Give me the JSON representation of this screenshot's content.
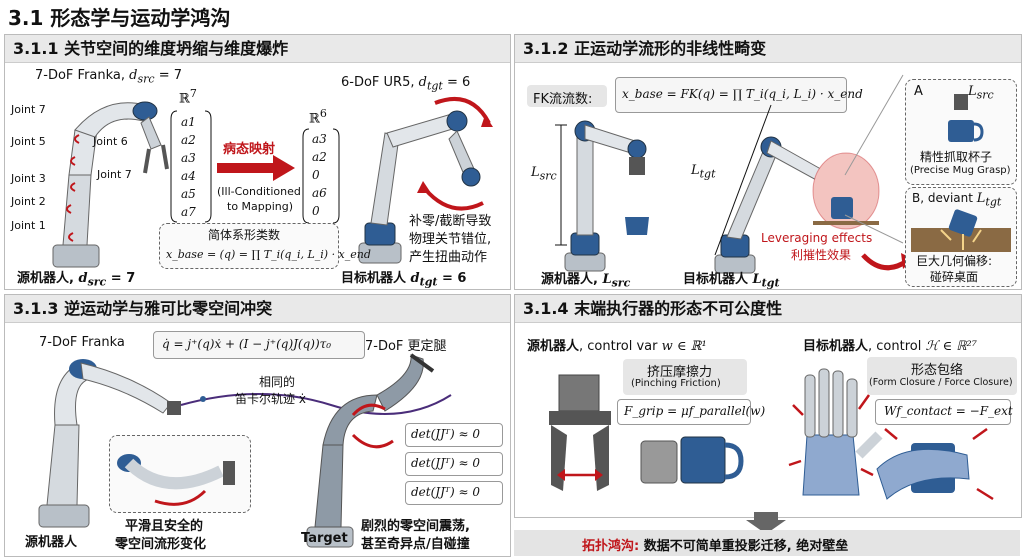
{
  "main_title": "3.1 形态学与运动学鸿沟",
  "p1": {
    "header": "3.1.1 关节空间的维度坍缩与维度爆炸",
    "src_label": "7-DoF Franka, d_src = 7",
    "src_label_a": "7-DoF Franka, ",
    "src_label_b": "d",
    "src_label_c": "src",
    "src_label_d": " = 7",
    "joints": [
      "Joint 7",
      "Joint 5",
      "Joint 6",
      "Joint 3",
      "Joint 7",
      "Joint 2",
      "Joint 1"
    ],
    "r7": "ℝ",
    "r7_sup": "7",
    "vec7": [
      "a1",
      "a2",
      "a3",
      "a4",
      "a5",
      "a7"
    ],
    "map_label": "病态映射",
    "map_sub1": "(Ill-Conditioned",
    "map_sub2": "to Mapping)",
    "tgt_label_a": "6-DoF UR5, ",
    "tgt_label_b": "d",
    "tgt_label_c": "tgt",
    "tgt_label_d": " = 6",
    "r6": "ℝ",
    "r6_sup": "6",
    "vec6": [
      "a3",
      "a2",
      "0",
      "a6",
      "0"
    ],
    "note_lines": [
      "补零/截断导致",
      "物理关节错位,",
      "产生扭曲动作"
    ],
    "formula_title": "简体系形类数",
    "formula": "x_base = (q) = ∏ T_i(q_i, L_i) · x_end",
    "src_caption_a": "源机器人, ",
    "src_caption_b": "d",
    "src_caption_c": "src",
    "src_caption_d": " = 7",
    "tgt_caption_a": "目标机器人 ",
    "tgt_caption_b": "d",
    "tgt_caption_c": "tgt",
    "tgt_caption_d": " = 6"
  },
  "p2": {
    "header": "3.1.2 正运动学流形的非线性畸变",
    "fk_label": "FK流流数:",
    "formula": "x_base = FK(q) = ∏ T_i(q_i, L_i) · x_end",
    "l_src": "L",
    "l_src_sub": "src",
    "l_tgt": "L",
    "l_tgt_sub": "tgt",
    "leverage1": "Leveraging effects",
    "leverage2": "利摧性效果",
    "src_caption_a": "源机器人, ",
    "tgt_caption_a": "目标机器人 ",
    "boxA_letter": "A",
    "boxA_title1": "精性抓取杯子",
    "boxA_title2": "(Precise Mug Grasp)",
    "boxB_a": "B, deviant ",
    "boxB_caption1": "巨大几何偏移:",
    "boxB_caption2": "碰碎桌面"
  },
  "p3": {
    "header": "3.1.3 逆运动学与雅可比零空间冲突",
    "src_label": "7-DoF Franka",
    "tgt_label": "7-DoF 更定腿",
    "formula": "q̇ = j⁺(q)ẋ + (I − j⁺(q)J(q))τ₀",
    "traj1": "相同的",
    "traj2": "笛卡尔轨迹 ẋ",
    "det": [
      "det(JJᵀ) ≈ 0",
      "det(JJᵀ) ≈ 0",
      "det(JJᵀ) ≈ 0"
    ],
    "smooth1": "平滑且安全的",
    "smooth2": "零空间流形变化",
    "src_caption": "源机器人",
    "target_caption": "Target",
    "violent1": "剧烈的零空间震荡,",
    "violent2": "甚至奇异点/自碰撞"
  },
  "p4": {
    "header": "3.1.4 末端执行器的形态不可公度性",
    "src_label_a": "源机器人",
    "src_label_b": ", control var ",
    "src_var": "w ∈ ℝ¹",
    "tgt_label_a": "目标机器人",
    "tgt_label_b": ", control ",
    "tgt_var": "ℋ ∈ ℝ²⁷",
    "pinch_title": "挤压摩擦力",
    "pinch_sub": "(Pinching Friction)",
    "pinch_formula": "F_grip = μf_parallel(w)",
    "form_title": "形态包络",
    "form_sub": "(Form Closure / Force Closure)",
    "form_formula": "Wf_contact = −F_ext"
  },
  "bottom": {
    "label": "拓扑鸿沟:",
    "text": " 数据不可简单重投影迁移, 绝对壁垒"
  },
  "colors": {
    "accent_red": "#c0161b",
    "robot_blue": "#2f5d94",
    "robot_gray": "#8e9aa6",
    "panel_head": "#e9e9e9"
  }
}
